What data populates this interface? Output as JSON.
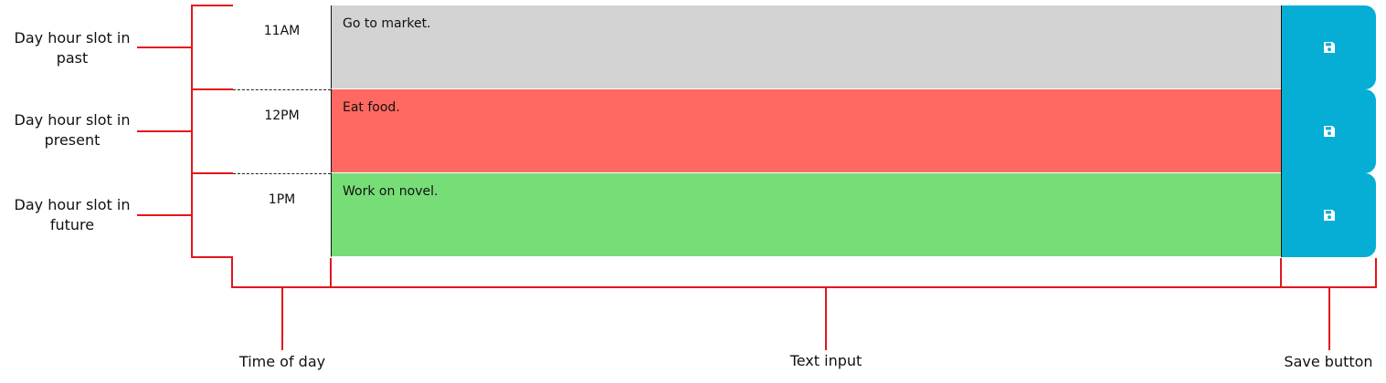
{
  "annotations": {
    "past_label": [
      "Day hour slot in",
      "past"
    ],
    "present_label": [
      "Day hour slot in",
      "present"
    ],
    "future_label": [
      "Day hour slot in",
      "future"
    ],
    "time_of_day_label": "Time of day",
    "text_input_label": "Text input",
    "save_button_label": "Save button",
    "line_color": "#e3161b"
  },
  "rows": [
    {
      "hour": "11AM",
      "text": "Go to market.",
      "state": "past",
      "color": "#d3d3d3",
      "icon": "floppy-disk-icon"
    },
    {
      "hour": "12PM",
      "text": "Eat food.",
      "state": "present",
      "color": "#ff6961",
      "icon": "floppy-disk-icon"
    },
    {
      "hour": "1PM",
      "text": "Work on novel.",
      "state": "future",
      "color": "#77dd77",
      "icon": "floppy-disk-icon"
    }
  ],
  "colors": {
    "save_button": "#06aed5",
    "save_icon": "#ffffff"
  }
}
